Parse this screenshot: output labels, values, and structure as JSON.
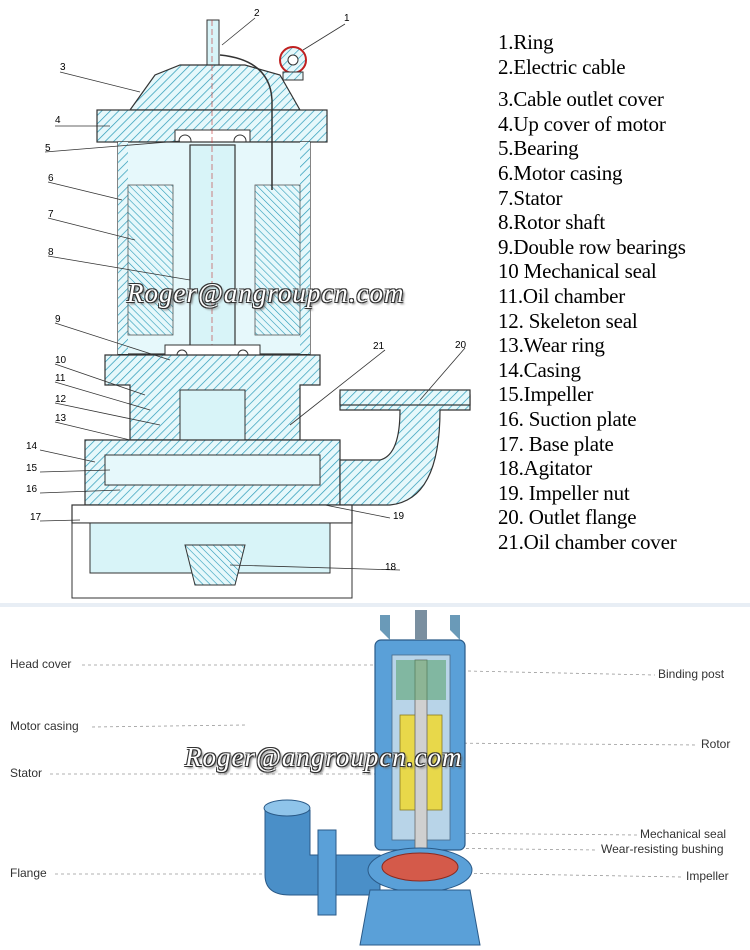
{
  "drawing": {
    "parts": [
      "1.Ring",
      "2.Electric cable",
      "3.Cable outlet cover",
      "4.Up cover of motor",
      "5.Bearing",
      "6.Motor casing",
      "7.Stator",
      "8.Rotor shaft",
      "9.Double  row  bearings",
      "10 Mechanical seal",
      "11.Oil chamber",
      "12.  Skeleton seal",
      "13.Wear ring",
      "14.Casing",
      "15.Impeller",
      "16.  Suction plate",
      "17.  Base plate",
      "18.Agitator",
      "19.  Impeller nut",
      "20.  Outlet flange",
      "21.Oil chamber cover"
    ],
    "callout_numbers": [
      "1",
      "2",
      "3",
      "4",
      "5",
      "6",
      "7",
      "8",
      "9",
      "10",
      "11",
      "12",
      "13",
      "14",
      "15",
      "16",
      "17",
      "18",
      "19",
      "20",
      "21"
    ]
  },
  "watermark": "Roger@angroupcn.com",
  "cutaway": {
    "left_labels": [
      "Head cover",
      "Motor casing",
      "Stator",
      "Flange"
    ],
    "right_labels": [
      "Binding post",
      "Rotor",
      "Mechanical seal",
      "Wear-resisting bushing",
      "Impeller"
    ]
  },
  "colors": {
    "hatch": "#2a9bb8",
    "fill_light": "#d8f4f8",
    "pump_blue": "#5aa0d8",
    "impeller_red": "#d45a4a",
    "rotor_yellow": "#e8d84a"
  },
  "icons": [
    "ring-icon",
    "pump-drawing",
    "pump-cutaway"
  ]
}
